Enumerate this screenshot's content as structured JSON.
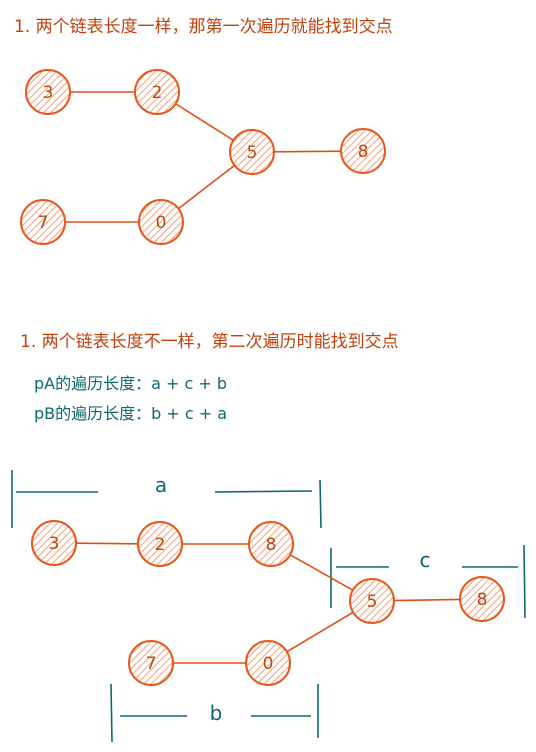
{
  "colors": {
    "node_stroke": "#e8561b",
    "node_hatch": "#f4a07c",
    "edge": "#e24e12",
    "node_text": "#b84a12",
    "heading_text": "#c2410c",
    "teal": "#0d6a6e"
  },
  "section1": {
    "heading": "1. 两个链表长度一样，那第一次遍历就能找到交点",
    "nodes": [
      {
        "id": "s1-node-3",
        "label": "3"
      },
      {
        "id": "s1-node-2",
        "label": "2"
      },
      {
        "id": "s1-node-5",
        "label": "5"
      },
      {
        "id": "s1-node-8",
        "label": "8"
      },
      {
        "id": "s1-node-7",
        "label": "7"
      },
      {
        "id": "s1-node-0",
        "label": "0"
      }
    ],
    "edges": [
      [
        "s1-node-3",
        "s1-node-2"
      ],
      [
        "s1-node-2",
        "s1-node-5"
      ],
      [
        "s1-node-5",
        "s1-node-8"
      ],
      [
        "s1-node-7",
        "s1-node-0"
      ],
      [
        "s1-node-0",
        "s1-node-5"
      ]
    ]
  },
  "section2": {
    "heading": "1. 两个链表长度不一样，第二次遍历时能找到交点",
    "formula_a": "pA的遍历长度：a + c + b",
    "formula_b": "pB的遍历长度：b + c + a",
    "nodes": [
      {
        "id": "s2-node-3",
        "label": "3"
      },
      {
        "id": "s2-node-2",
        "label": "2"
      },
      {
        "id": "s2-node-8a",
        "label": "8"
      },
      {
        "id": "s2-node-5",
        "label": "5"
      },
      {
        "id": "s2-node-8b",
        "label": "8"
      },
      {
        "id": "s2-node-7",
        "label": "7"
      },
      {
        "id": "s2-node-0",
        "label": "0"
      }
    ],
    "edges": [
      [
        "s2-node-3",
        "s2-node-2"
      ],
      [
        "s2-node-2",
        "s2-node-8a"
      ],
      [
        "s2-node-8a",
        "s2-node-5"
      ],
      [
        "s2-node-5",
        "s2-node-8b"
      ],
      [
        "s2-node-7",
        "s2-node-0"
      ],
      [
        "s2-node-0",
        "s2-node-5"
      ]
    ],
    "braces": {
      "a": "a",
      "b": "b",
      "c": "c"
    }
  }
}
